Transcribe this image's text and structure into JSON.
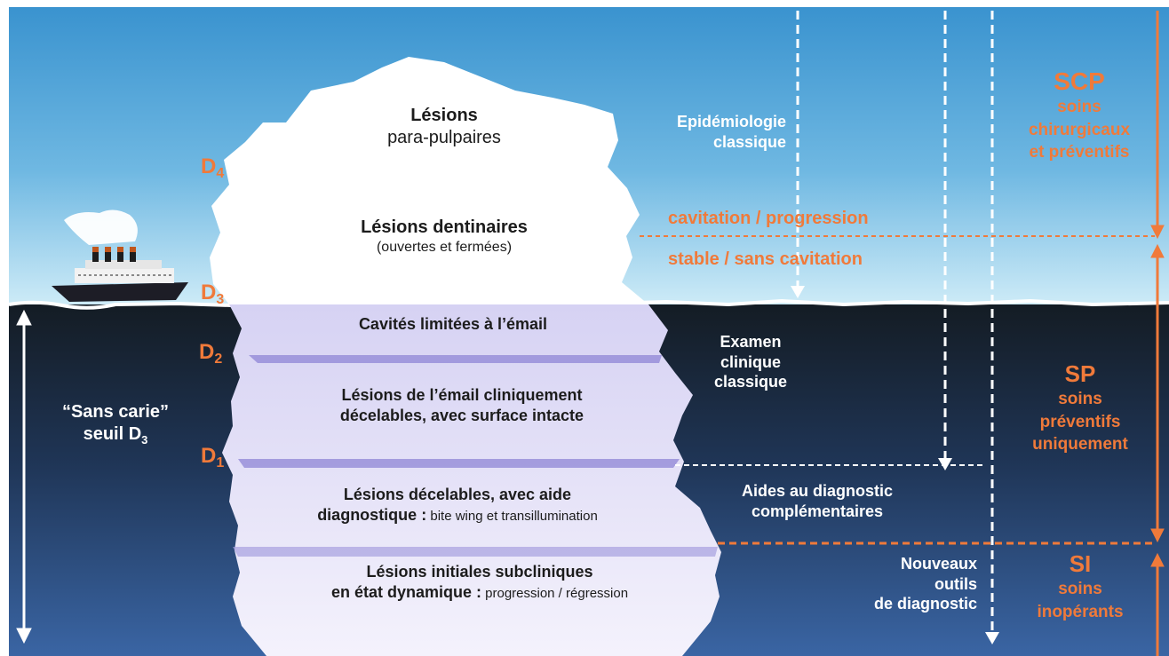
{
  "colors": {
    "sky_top": "#3a93cf",
    "sky_bottom": "#cdebf7",
    "sea_top": "#141c24",
    "sea_bottom": "#3a65a4",
    "iceberg_above": "#ffffff",
    "iceberg_below": "#c9c4ef",
    "accent_orange": "#f07a3a"
  },
  "iceberg": {
    "para_pulpaires": {
      "line1": "Lésions",
      "line2": "para-pulpaires"
    },
    "dentinaires": {
      "line1": "Lésions dentinaires",
      "line2": "(ouvertes et fermées)"
    },
    "email": {
      "line1": "Cavités limitées à l’émail"
    },
    "email_clinique": {
      "line1": "Lésions de l’émail cliniquement",
      "line2": "décelables, avec surface intacte"
    },
    "aide": {
      "line1": "Lésions décelables, avec aide",
      "line2_bold": "diagnostique :",
      "line2_normal": " bite wing et transillumination"
    },
    "initiales": {
      "line1": "Lésions initiales subcliniques",
      "line2_bold": "en état dynamique :",
      "line2_normal": " progression / régression"
    }
  },
  "levels": {
    "d4": {
      "letter": "D",
      "sub": "4"
    },
    "d3": {
      "letter": "D",
      "sub": "3"
    },
    "d2": {
      "letter": "D",
      "sub": "2"
    },
    "d1": {
      "letter": "D",
      "sub": "1"
    }
  },
  "left_label": {
    "line1": "“Sans carie”",
    "line2": "seuil D",
    "line2_sub": "3"
  },
  "methods": {
    "epidemiologie": {
      "line1": "Epidémiologie",
      "line2": "classique"
    },
    "cavitation": "cavitation / progression",
    "stable": "stable / sans cavitation",
    "examen": {
      "line1": "Examen",
      "line2": "clinique",
      "line3": "classique"
    },
    "aides": {
      "line1": "Aides au diagnostic",
      "line2": "complémentaires"
    },
    "nouveaux": {
      "line1": "Nouveaux",
      "line2": "outils",
      "line3": "de diagnostic"
    }
  },
  "zones": {
    "scp": {
      "code": "SCP",
      "line1": "soins",
      "line2": "chirurgicaux",
      "line3": "et préventifs"
    },
    "sp": {
      "code": "SP",
      "line1": "soins",
      "line2": "préventifs",
      "line3": "uniquement"
    },
    "si": {
      "code": "SI",
      "line1": "soins",
      "line2": "inopérants"
    }
  }
}
